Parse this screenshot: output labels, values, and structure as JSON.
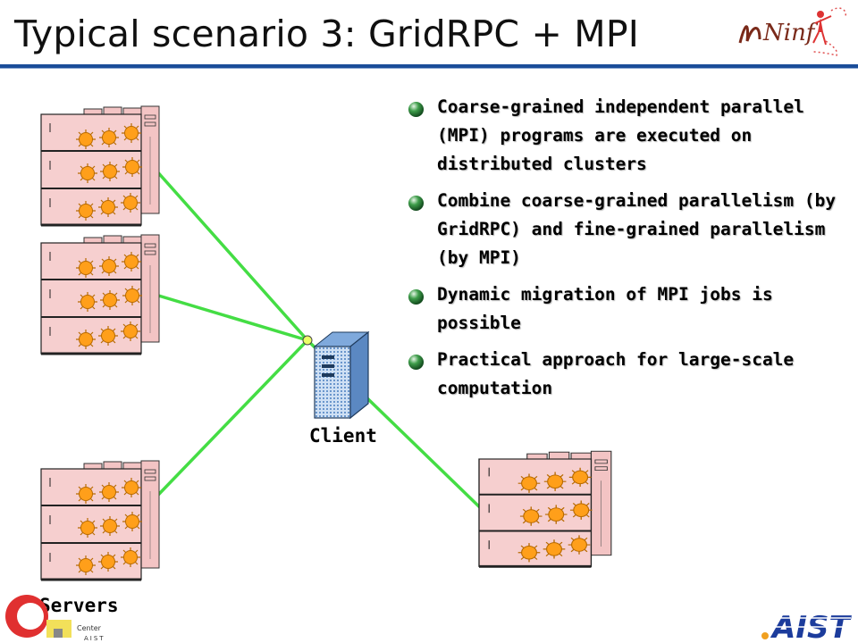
{
  "slide": {
    "title": "Typical scenario 3: GridRPC + MPI",
    "bullets": [
      "Coarse-grained independent parallel (MPI) programs are executed on distributed clusters",
      "Combine coarse-grained parallelism (by GridRPC) and fine-grained parallelism (by MPI)",
      "Dynamic migration of MPI jobs is possible",
      "Practical approach for large-scale computation"
    ],
    "labels": {
      "client": "Client",
      "servers": "Servers"
    },
    "logos": {
      "ninf": "Ninf",
      "aist": "AIST",
      "center_line1": "Center",
      "center_line2": "AIST"
    }
  },
  "colors": {
    "title_rule": "#1a4d99",
    "link": "#44dd44",
    "server": "#f2c0c0",
    "processor": "#ff9f1a",
    "client": "#6aa0d8",
    "aist_blue": "#1c3c9c"
  },
  "icons": [
    "bullet-sphere-icon",
    "server-cluster-icon",
    "client-computer-icon",
    "ninf-logo",
    "aist-logo",
    "center-logo"
  ]
}
